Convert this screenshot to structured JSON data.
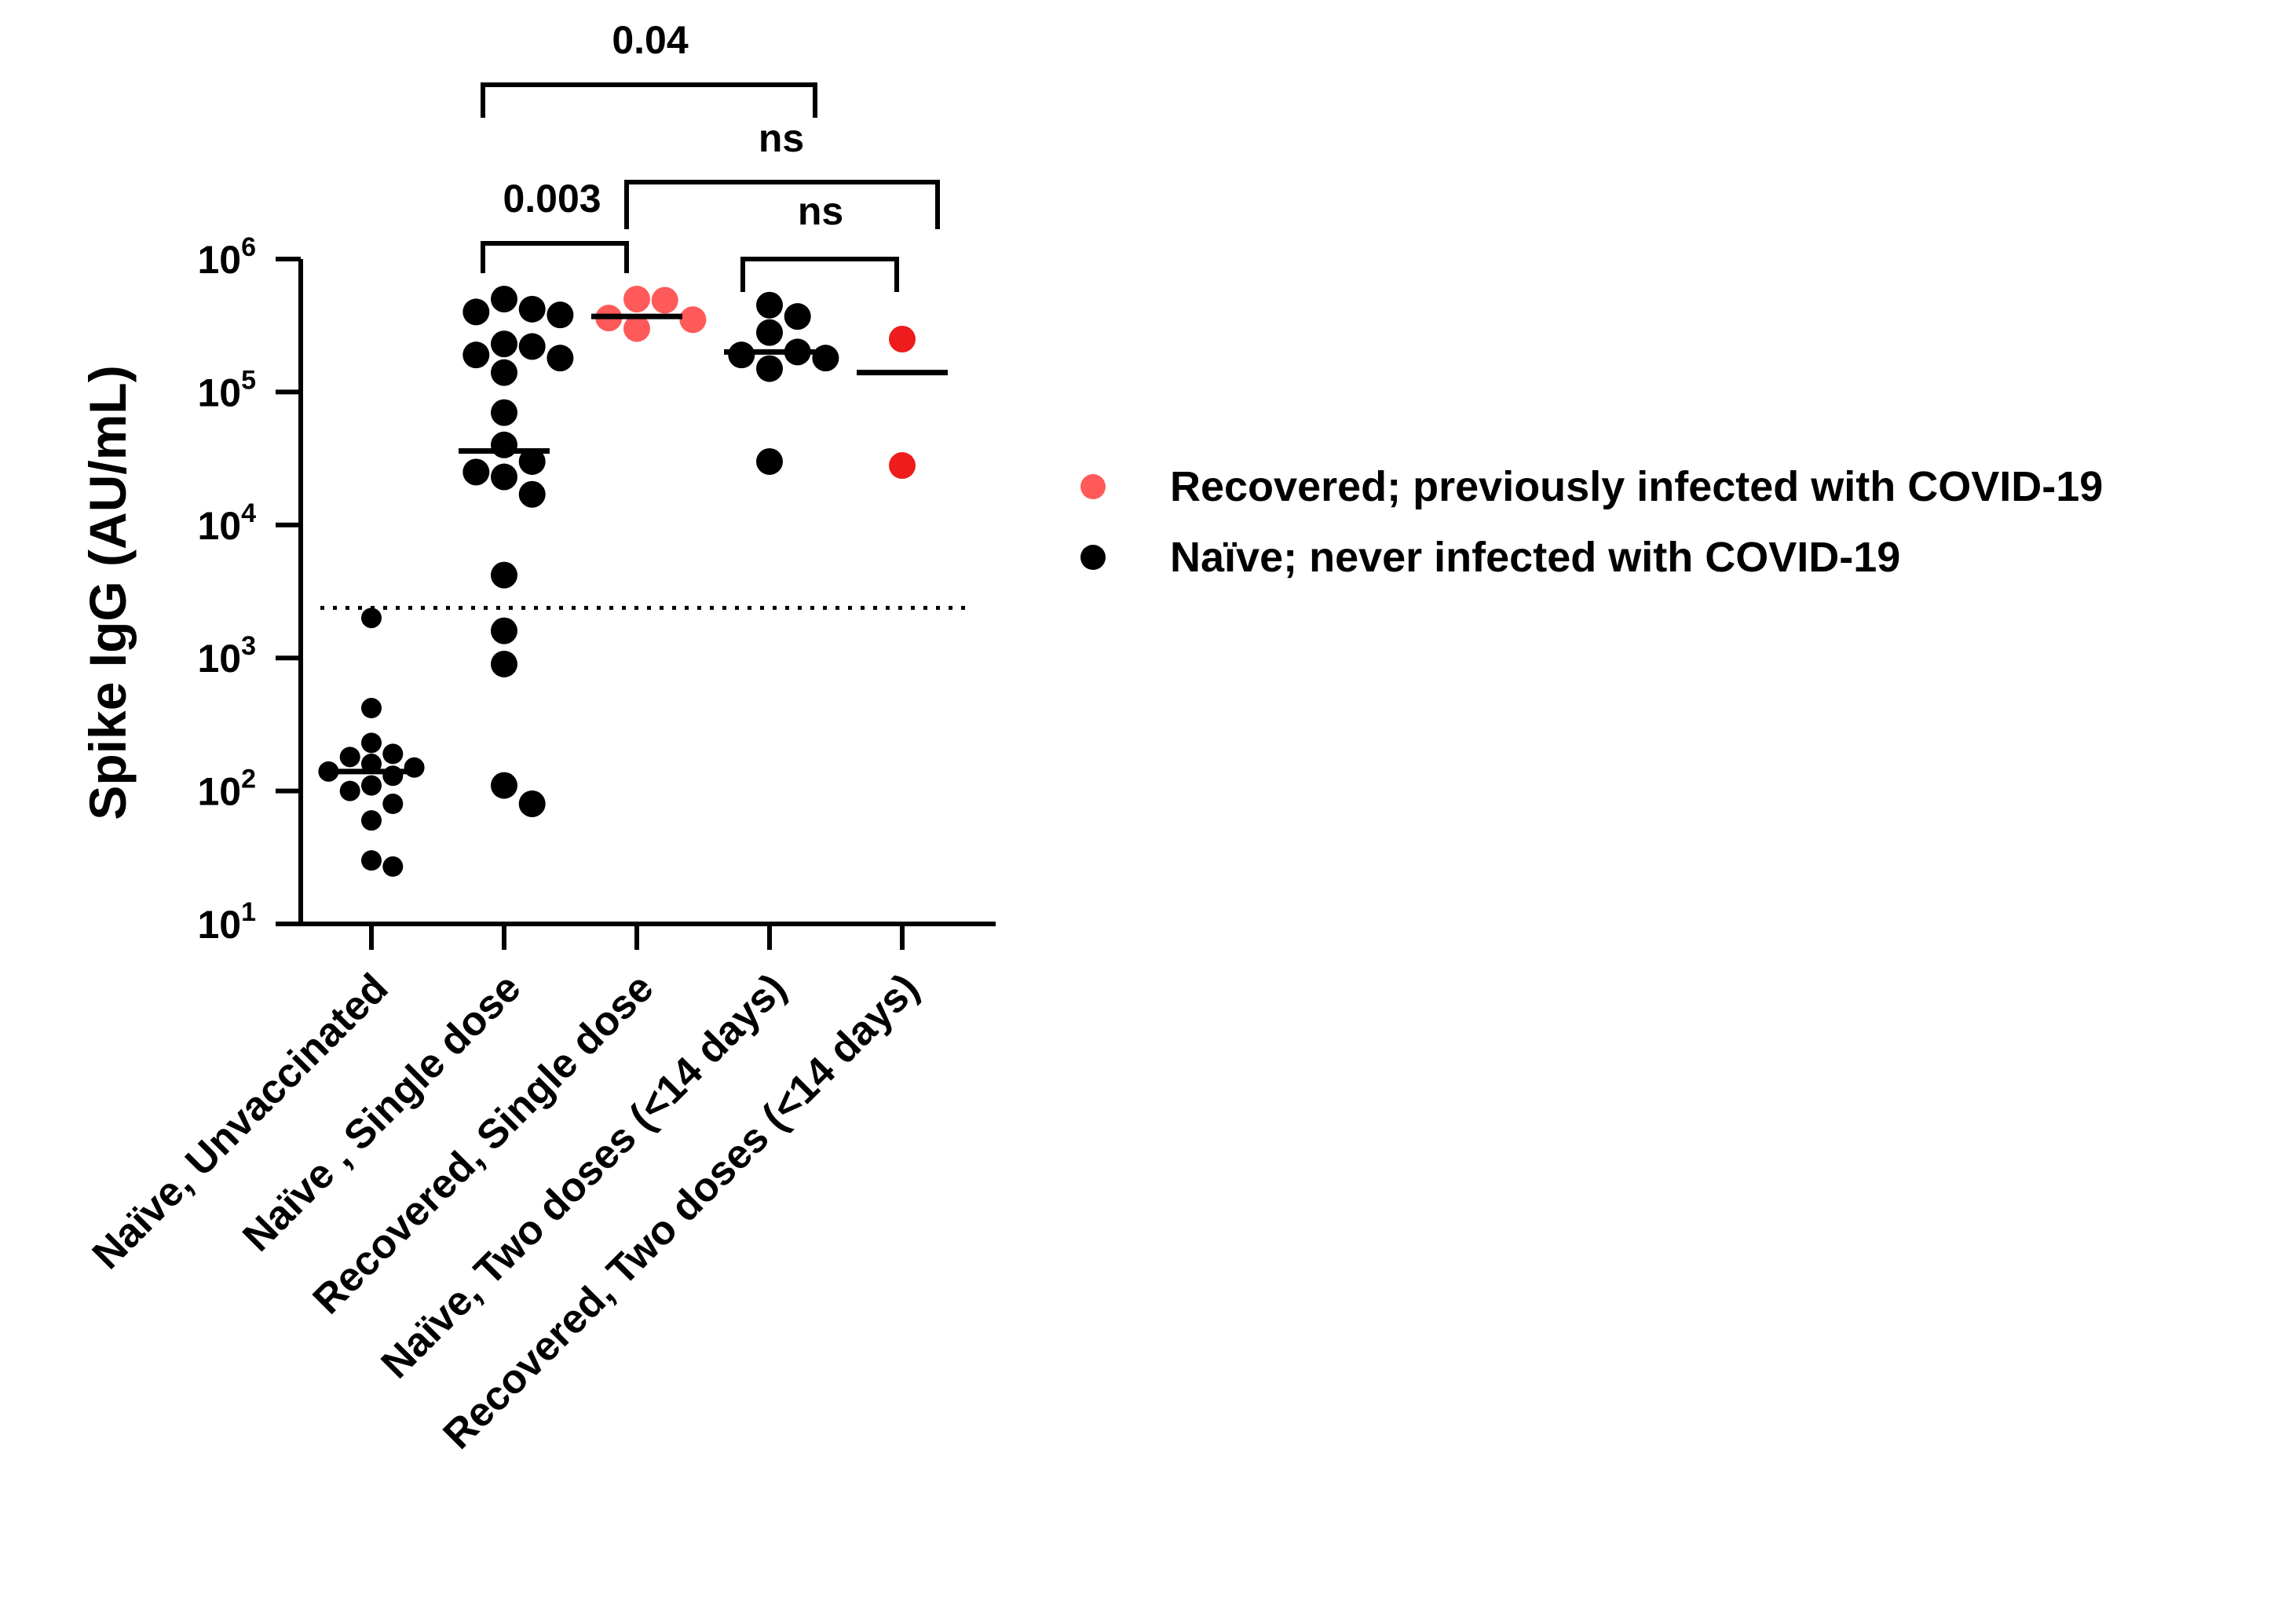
{
  "chart_data": {
    "type": "scatter",
    "ylabel": "Spike IgG (AU/mL)",
    "yscale": "log",
    "ylim": [
      10,
      1000000
    ],
    "yticks": [
      {
        "value": 10,
        "base": "10",
        "exp": "1"
      },
      {
        "value": 100,
        "base": "10",
        "exp": "2"
      },
      {
        "value": 1000,
        "base": "10",
        "exp": "3"
      },
      {
        "value": 10000,
        "base": "10",
        "exp": "4"
      },
      {
        "value": 100000,
        "base": "10",
        "exp": "5"
      },
      {
        "value": 1000000,
        "base": "10",
        "exp": "6"
      }
    ],
    "categories": [
      "Naïve, Unvaccinated",
      "Naïve , Single dose",
      "Recovered, Single dose",
      "Naïve, Two doses (<14 days)",
      "Recovered, Two doses (<14 days)"
    ],
    "threshold": 2380,
    "groups": [
      {
        "category": "Naïve, Unvaccinated",
        "status": "naive",
        "median": 140,
        "points": [
          2000,
          420,
          230,
          190,
          180,
          160,
          150,
          140,
          130,
          110,
          100,
          80,
          60,
          30,
          27
        ]
      },
      {
        "category": "Naïve , Single dose",
        "status": "naive",
        "median": 36000,
        "points": [
          500000,
          420000,
          400000,
          380000,
          230000,
          220000,
          190000,
          180000,
          140000,
          70000,
          40000,
          30000,
          25000,
          23000,
          17000,
          4200,
          1600,
          900,
          110,
          80
        ]
      },
      {
        "category": "Recovered, Single dose",
        "status": "recovered",
        "median": 370000,
        "points": [
          500000,
          490000,
          360000,
          350000,
          300000
        ]
      },
      {
        "category": "Naïve, Two doses (<14 days)",
        "status": "naive",
        "median": 200000,
        "points": [
          450000,
          370000,
          280000,
          200000,
          190000,
          180000,
          150000,
          30000
        ]
      },
      {
        "category": "Recovered, Two doses (<14 days)",
        "status": "recovered",
        "median": 140000,
        "points": [
          250000,
          28000
        ]
      }
    ],
    "comparisons": [
      {
        "from": 1,
        "to": 3,
        "label": "0.04"
      },
      {
        "from": 1,
        "to": 2,
        "label": "0.003"
      },
      {
        "from": 2,
        "to": 4,
        "label": "ns"
      },
      {
        "from": 3,
        "to": 4,
        "label": "ns"
      }
    ],
    "legend": {
      "placement": "right",
      "entries": [
        {
          "status": "recovered",
          "label": "Recovered; previously infected with COVID-19",
          "color": "#ff5a5a"
        },
        {
          "status": "naive",
          "label": "Naïve; never infected with COVID-19",
          "color": "#000000"
        }
      ]
    },
    "colors": {
      "naive": "#000000",
      "recovered": "#ff5a5a",
      "recovered_two_doses": "#ee1c1c"
    }
  }
}
